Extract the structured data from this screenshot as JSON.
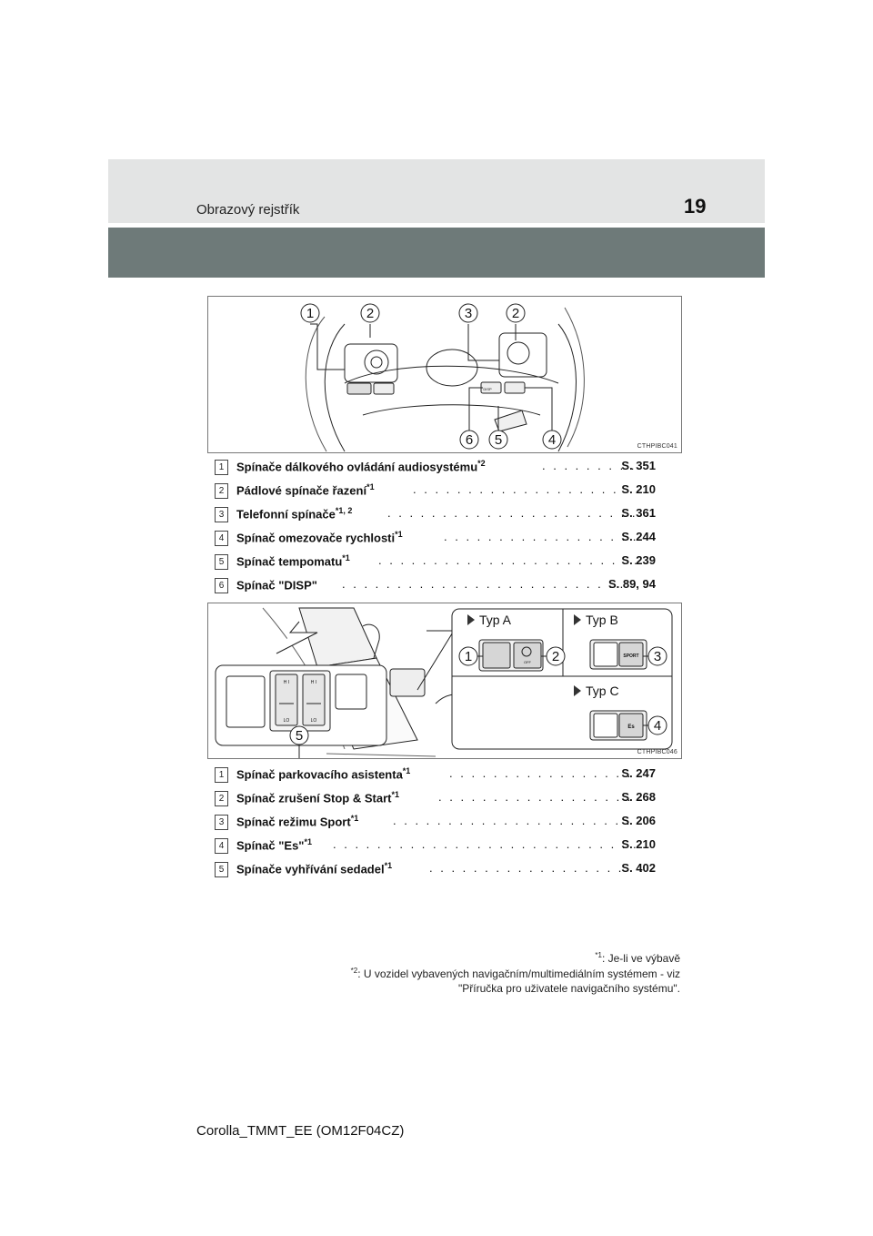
{
  "header": {
    "section": "Obrazový rejstřík",
    "page_number": "19"
  },
  "figure1": {
    "code": "CTHPIBC041",
    "callouts": [
      "1",
      "2",
      "3",
      "2",
      "6",
      "5",
      "4"
    ],
    "button_labels": {
      "disp": "DISP"
    }
  },
  "list1": [
    {
      "num": "1",
      "label": "Spínače dálkového ovládání audiosystému",
      "sup": "*2",
      "page": "S. 351"
    },
    {
      "num": "2",
      "label": "Pádlové spínače řazení",
      "sup": "*1",
      "page": "S. 210"
    },
    {
      "num": "3",
      "label": "Telefonní spínače",
      "sup": "*1, 2",
      "page": "S. 361"
    },
    {
      "num": "4",
      "label": "Spínač omezovače rychlosti",
      "sup": "*1",
      "page": "S. 244"
    },
    {
      "num": "5",
      "label": "Spínač tempomatu",
      "sup": "*1",
      "page": "S. 239"
    },
    {
      "num": "6",
      "label": "Spínač \"DISP\"",
      "sup": "",
      "page": "S. 89, 94"
    }
  ],
  "figure2": {
    "code": "CTHPIBC046",
    "type_a": "Typ A",
    "type_b": "Typ B",
    "type_c": "Typ C",
    "callouts": [
      "1",
      "2",
      "3",
      "4",
      "5"
    ],
    "button_labels": {
      "off": "OFF",
      "sport": "SPORT",
      "es": "Es",
      "hi": "H I",
      "lo": "LO"
    }
  },
  "list2": [
    {
      "num": "1",
      "label": "Spínač parkovacího asistenta",
      "sup": "*1",
      "page": "S. 247"
    },
    {
      "num": "2",
      "label": "Spínač zrušení Stop & Start",
      "sup": "*1",
      "page": "S. 268"
    },
    {
      "num": "3",
      "label": "Spínač režimu Sport",
      "sup": "*1",
      "page": "S. 206"
    },
    {
      "num": "4",
      "label": "Spínač \"Es\"",
      "sup": "*1",
      "page": "S. 210"
    },
    {
      "num": "5",
      "label": "Spínače vyhřívání sedadel",
      "sup": "*1",
      "page": "S. 402"
    }
  ],
  "footnotes": {
    "fn1_mark": "*1",
    "fn1_text": ": Je-li ve výbavě",
    "fn2_mark": "*2",
    "fn2_text": ": U vozidel vybavených navigačním/multimediálním systémem - viz",
    "fn2_text_line2": "\"Příručka pro uživatele navigačního systému\"."
  },
  "footer": {
    "doc_id": "Corolla_TMMT_EE (OM12F04CZ)"
  }
}
